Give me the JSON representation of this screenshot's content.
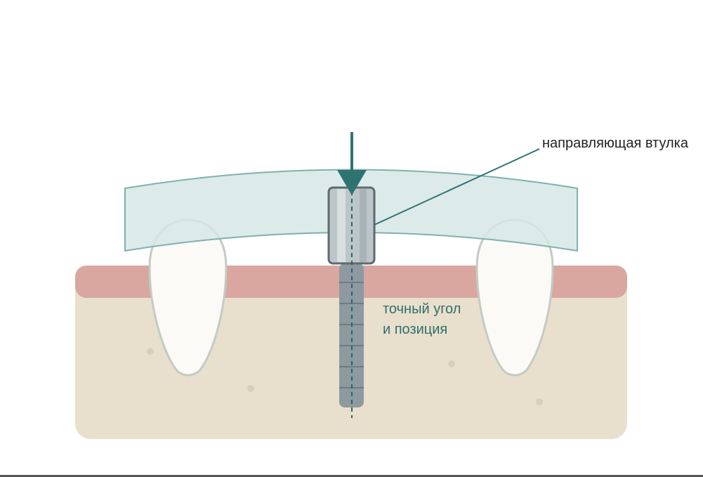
{
  "labels": {
    "guide_sleeve": "направляющая втулка",
    "precision_line1": "точный угол",
    "precision_line2": "и позиция"
  },
  "colors": {
    "bone": "#e8e0cc",
    "gum": "#d9a7a0",
    "tooth_fill": "#fbfaf7",
    "tooth_stroke": "#c3cbc4",
    "template_fill": "#d6e6e6",
    "template_stroke": "#7fb1ae",
    "sleeve_fill": "#bcc6c9",
    "sleeve_stroke": "#5d6b70",
    "implant": "#8d9a9f",
    "arrow": "#2f7370",
    "label_dark": "#222222",
    "label_teal": "#2f6e6b"
  }
}
